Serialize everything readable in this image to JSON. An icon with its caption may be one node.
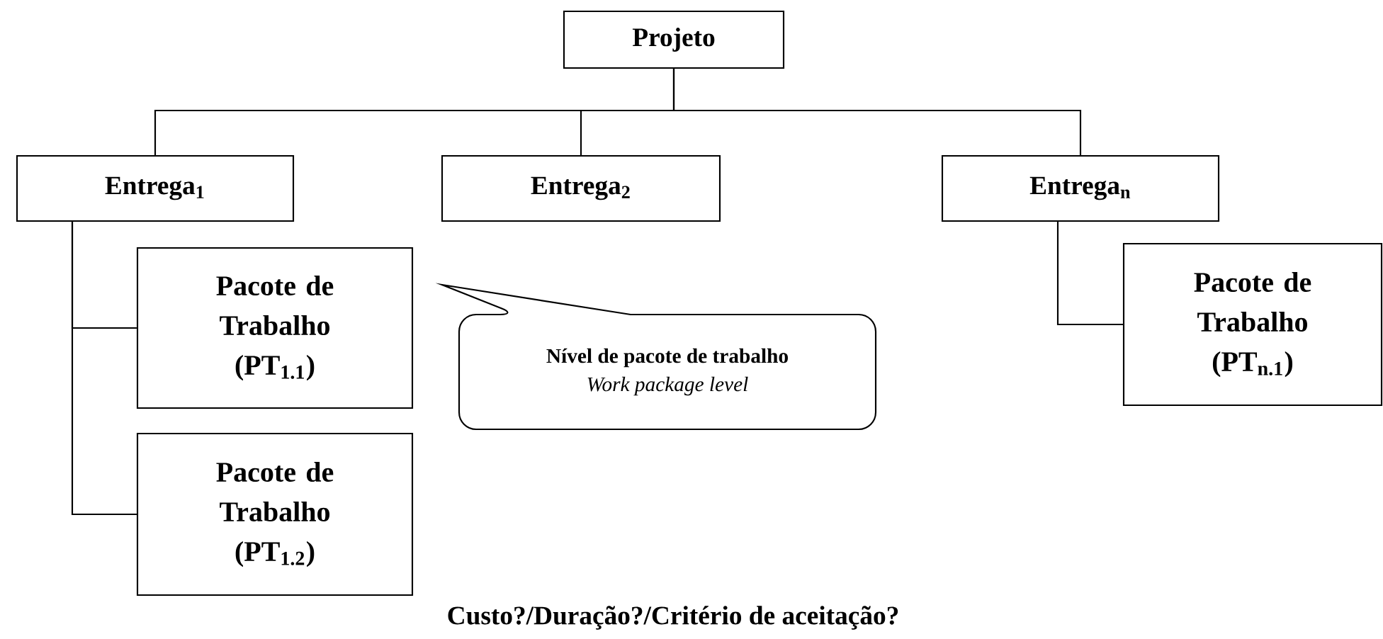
{
  "diagram": {
    "nodes": [
      {
        "text": [
          "Projeto"
        ]
      },
      {
        "text": [
          "Entrega$_{1}$"
        ]
      },
      {
        "text": [
          "Entrega$_{2}$"
        ]
      },
      {
        "text": [
          "Entrega$_{n}$"
        ]
      },
      {
        "text": [
          "Pacote de Trabalho (PT$_{1.1}$)"
        ]
      },
      {
        "text": [
          "Pacote de Trabalho (PT$_{1.2}$)"
        ]
      },
      {
        "text": [
          "Nível de pacote de trabalho",
          "Work package level"
        ]
      },
      {
        "text": [
          "Pacote de Trabalho (PT$_{n.1}$)"
        ]
      }
    ],
    "edges": [
      {
        "from": 0,
        "to": 1,
        "arrow": "none"
      },
      {
        "from": 0,
        "to": 2,
        "arrow": "none"
      },
      {
        "from": 0,
        "to": 3,
        "arrow": "none"
      },
      {
        "from": 1,
        "to": 4,
        "arrow": "none"
      },
      {
        "from": 1,
        "to": 5,
        "arrow": "none"
      },
      {
        "from": 3,
        "to": 7,
        "arrow": "none"
      }
    ],
    "labels": [
      "Custo?/Duração?/Critério de aceitação?"
    ]
  }
}
